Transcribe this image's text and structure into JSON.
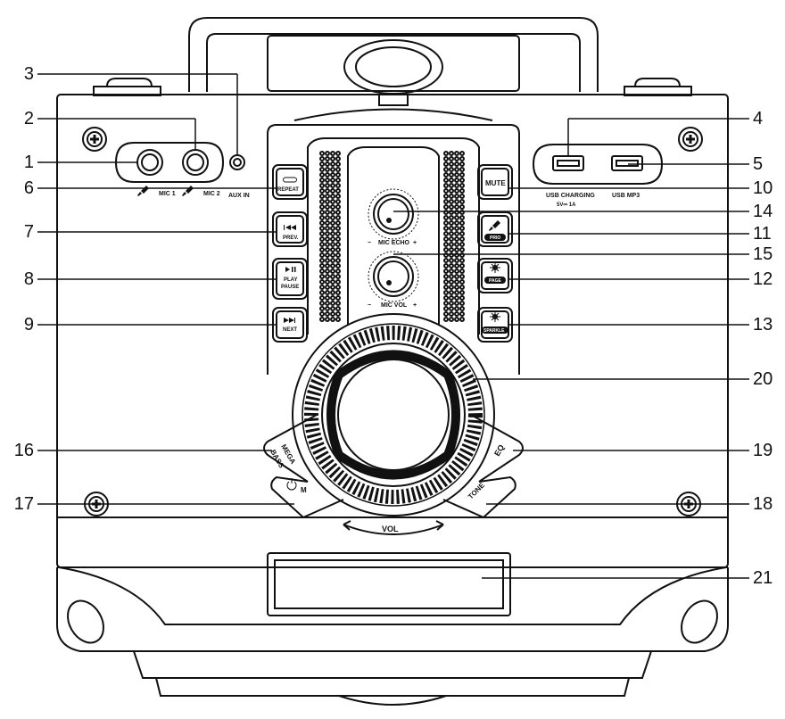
{
  "callouts": {
    "c1": "1",
    "c2": "2",
    "c3": "3",
    "c4": "4",
    "c5": "5",
    "c6": "6",
    "c7": "7",
    "c8": "8",
    "c9": "9",
    "c10": "10",
    "c11": "11",
    "c12": "12",
    "c13": "13",
    "c14": "14",
    "c15": "15",
    "c16": "16",
    "c17": "17",
    "c18": "18",
    "c19": "19",
    "c20": "20",
    "c21": "21"
  },
  "labels": {
    "mic1": "MIC 1",
    "mic2": "MIC 2",
    "aux_in": "AUX IN",
    "usb_charging": "USB CHARGING",
    "usb_charging_spec": "5V⎓ 1A",
    "usb_mp3": "USB MP3",
    "repeat": "REPEAT",
    "prev": "PREV.",
    "play": "PLAY",
    "pause": "PAUSE",
    "next": "NEXT",
    "mute": "MUTE",
    "mic_echo": "MIC ECHO",
    "mic_vol": "MIC VOL",
    "minus": "−",
    "plus": "+",
    "mega": "MEGA",
    "bass": "BASS",
    "mode": "M",
    "eq": "EQ",
    "tone": "TONE",
    "vol": "VOL",
    "prio": "PRIO",
    "page": "PAGE",
    "sparkle": "SPARKLE"
  },
  "icons": {
    "repeat": "repeat-icon",
    "prev": "skip-previous-icon",
    "play_pause": "play-pause-icon",
    "next": "skip-next-icon",
    "mic": "microphone-icon",
    "light": "light-icon",
    "power": "power-icon",
    "screw": "screw-icon"
  },
  "colors": {
    "line": "#111111",
    "background": "#ffffff"
  }
}
